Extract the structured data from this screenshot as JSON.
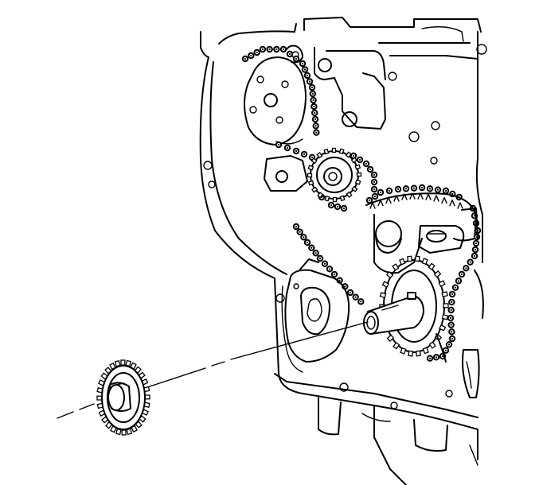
{
  "figure": {
    "line_color": "#000000",
    "background": "#ffffff",
    "parts": [
      "engine-block",
      "timing-chain",
      "camshaft-sprocket",
      "idler-sprocket",
      "chain-tensioner",
      "crankshaft-nose",
      "crankshaft-sprocket",
      "installation-direction-line"
    ]
  }
}
